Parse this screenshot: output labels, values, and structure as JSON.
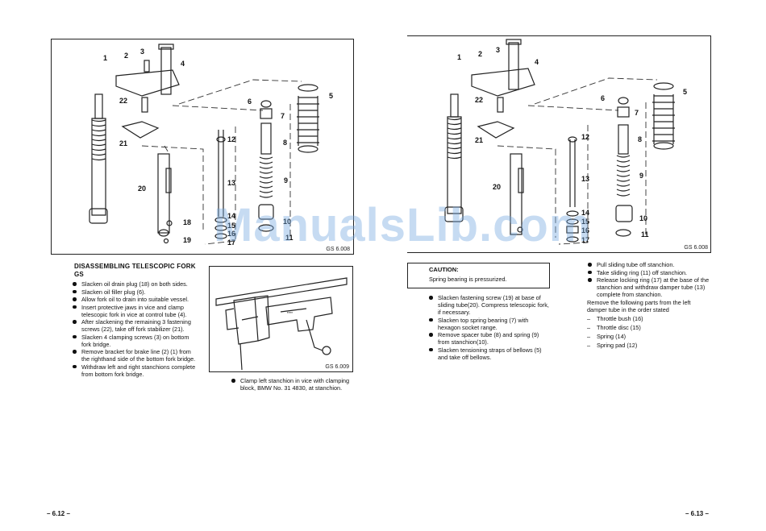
{
  "watermark": "ManualsLib.com",
  "left_page": {
    "figure_code": "GS 6.008",
    "callouts": [
      "1",
      "2",
      "3",
      "4",
      "5",
      "6",
      "7",
      "8",
      "9",
      "10",
      "11",
      "12",
      "13",
      "14",
      "15",
      "16",
      "17",
      "18",
      "19",
      "20",
      "21",
      "22"
    ],
    "heading": "DISASSEMBLING TELESCOPIC FORK GS",
    "steps": [
      "Slacken oil drain plug (18) on both sides.",
      "Slacken oil filler plug (6).",
      "Allow fork oil to drain into suitable vessel.",
      "Insert protective jaws in vice and clamp telescopic fork in vice at control tube (4).",
      "After slackening the remaining 3 fastening screws (22), take off fork stabilizer (21).",
      "Slacken 4 clamping screws (3) on bottom fork bridge.",
      "Remove bracket for brake line (2) (1) from the righthand side of the bottom fork bridge.",
      "Withdraw left and right stanchions complete from bottom fork bridge."
    ],
    "photo_code": "GS 6.009",
    "photo_caption": "Clamp left stanchion in vice with clamping block, BMW No. 31 4830, at stanchion.",
    "page_number": "– 6.12 –"
  },
  "right_page": {
    "figure_code": "GS 6.008",
    "callouts": [
      "1",
      "2",
      "3",
      "4",
      "5",
      "6",
      "7",
      "8",
      "9",
      "10",
      "11",
      "12",
      "13",
      "14",
      "15",
      "16",
      "17",
      "20",
      "21",
      "22"
    ],
    "caution_title": "CAUTION:",
    "caution_text": "Spring bearing is pressurized.",
    "steps_left": [
      "Slacken fastening screw (19) at base of sliding tube(20). Compress telescopic fork, if necessary.",
      "Slacken top spring bearing (7) with hexagon socket range.",
      "Remove spacer tube (8) and spring (9) from stanchion(10).",
      "Slacken tensioning straps of bellows (5) and take off bellows."
    ],
    "steps_right": [
      "Pull sliding tube off stanchion.",
      "Take sliding ring (11) off stanchion.",
      "Release locking ring (17) at the base of the stanchion and withdraw damper tube (13) complete from stanchion."
    ],
    "remove_intro": "Remove the following parts from the left damper tube in the order stated",
    "remove_items": [
      "Throttle bush (16)",
      "Throttle disc (15)",
      "Spring (14)",
      "Spring pad (12)"
    ],
    "page_number": "– 6.13 –"
  }
}
